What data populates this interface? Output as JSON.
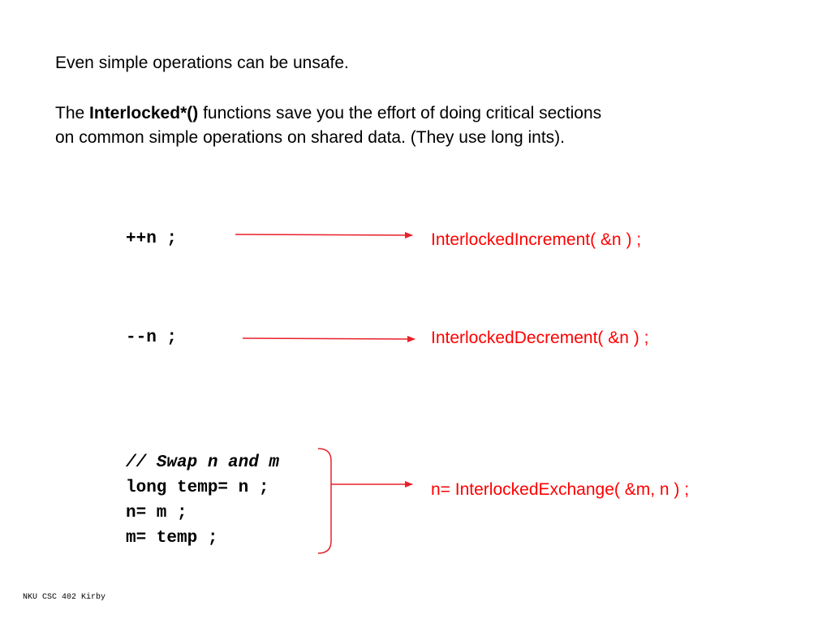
{
  "intro": {
    "line1": "Even simple operations can be unsafe.",
    "line2_prefix": "The ",
    "line2_bold": "Interlocked*()",
    "line2_suffix": " functions save you the effort of doing critical sections",
    "line3": "on common simple operations on shared data. (They use long ints)."
  },
  "rows": [
    {
      "code": [
        "++n ;"
      ],
      "result": "InterlockedIncrement( &n ) ;"
    },
    {
      "code": [
        "--n ;"
      ],
      "result": "InterlockedDecrement( &n ) ;"
    },
    {
      "code": [
        "// Swap n and m",
        "long temp= n ;",
        "n= m ;",
        "m= temp ;"
      ],
      "result": "n= InterlockedExchange( &m, n ) ;"
    }
  ],
  "footer": "NKU CSC 402 Kirby",
  "colors": {
    "text": "#000000",
    "accent": "#ff0000",
    "arrow": "#e8202a"
  }
}
